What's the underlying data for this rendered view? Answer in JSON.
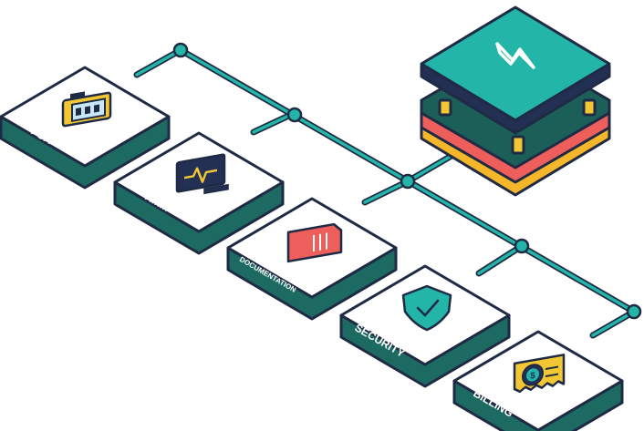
{
  "colors": {
    "outline": "#1f2a44",
    "teal": "#22b5a8",
    "teal_dark": "#1b6b63",
    "tile_top": "#ffffff",
    "tile_side": "#1d6a62",
    "red": "#ee5f5b",
    "yellow": "#f6b62a",
    "gold": "#f3c634",
    "navy": "#233054"
  },
  "hub": {
    "icon": "bolt-logo-icon"
  },
  "modules": [
    {
      "id": "psa",
      "label": "PSA",
      "icon": "clipboard-icon"
    },
    {
      "id": "rmm",
      "label": "RMM",
      "icon": "monitor-pulse-icon"
    },
    {
      "id": "documentation",
      "label": "DOCUMENTATION",
      "icon": "document-icon"
    },
    {
      "id": "security",
      "label": "SECURITY",
      "icon": "shield-check-icon"
    },
    {
      "id": "billing",
      "label": "BILLING",
      "icon": "invoice-dollar-icon"
    }
  ]
}
